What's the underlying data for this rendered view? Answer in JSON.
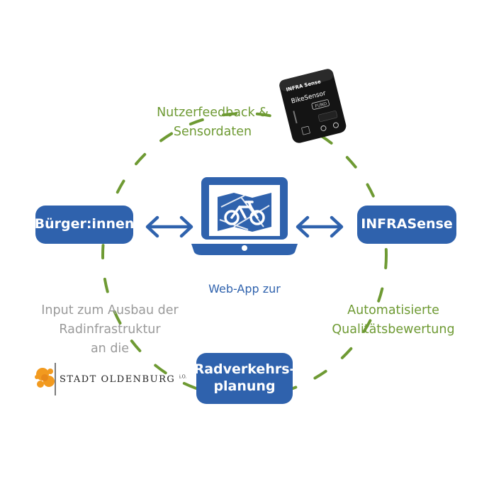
{
  "nodes": {
    "citizens": "Bürger:innen",
    "infrasense": "INFRASense",
    "planning_line1": "Radverkehrs-",
    "planning_line2": "planung"
  },
  "labels": {
    "feedback_line1": "Nutzerfeedback &",
    "feedback_line2": "Sensordaten",
    "webapp": "Web-App zur",
    "input_line1": "Input zum Ausbau der",
    "input_line2": "Radinfrastruktur",
    "input_line3": "an die",
    "auto_line1": "Automatisierte",
    "auto_line2": "Qualitätsbewertung"
  },
  "sensor": {
    "brand": "INFRA Sense",
    "name": "BikeSensor",
    "badge": "FUND"
  },
  "logo": {
    "city": "STADT OLDENBURG",
    "suffix": "i.O."
  },
  "colors": {
    "primary_blue": "#2f62ad",
    "accent_green": "#6e9a33",
    "muted_gray": "#9a9a9a",
    "logo_orange": "#f29a1f"
  },
  "icons": [
    "laptop-icon",
    "map-bike-icon",
    "double-arrow-icon",
    "bike-sensor-device",
    "oldenburg-logo"
  ]
}
